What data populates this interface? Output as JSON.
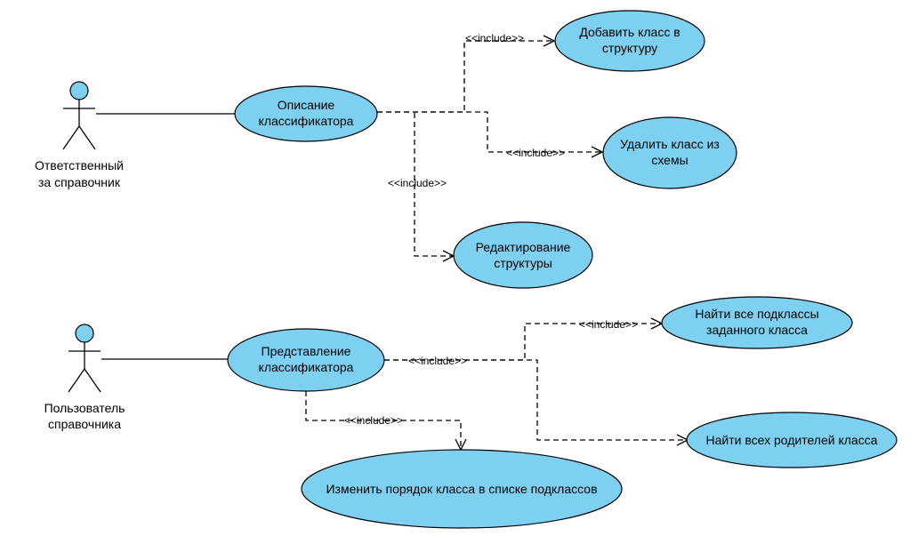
{
  "colors": {
    "usecase_fill": "#7dd0f0",
    "stroke": "#000000",
    "background": "#ffffff"
  },
  "actors": [
    {
      "id": "a1",
      "lines": [
        "Ответственный",
        "за справочник"
      ]
    },
    {
      "id": "a2",
      "lines": [
        "Пользователь",
        "справочника"
      ]
    }
  ],
  "usecases": [
    {
      "id": "uc_desc",
      "lines": [
        "Описание",
        "классификатора"
      ]
    },
    {
      "id": "uc_add",
      "lines": [
        "Добавить класс в",
        "структуру"
      ]
    },
    {
      "id": "uc_del",
      "lines": [
        "Удалить класс из",
        "схемы"
      ]
    },
    {
      "id": "uc_edit",
      "lines": [
        "Редактирование",
        "структуры"
      ]
    },
    {
      "id": "uc_pres",
      "lines": [
        "Представление",
        "классификатора"
      ]
    },
    {
      "id": "uc_sub",
      "lines": [
        "Найти все подклассы",
        "заданного класса"
      ]
    },
    {
      "id": "uc_par",
      "lines": [
        "Найти всех родителей класса"
      ]
    },
    {
      "id": "uc_ord",
      "lines": [
        "Изменить порядок класса в списке подклассов"
      ]
    }
  ],
  "include_label": "<<include>>"
}
